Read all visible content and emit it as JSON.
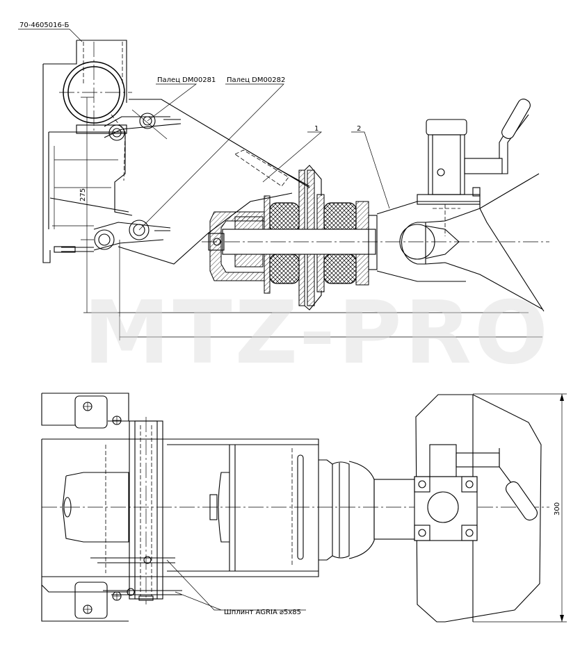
{
  "labels": {
    "part_top_left": "70-4605016-Б",
    "pin_1": "Палец DM00281",
    "pin_2": "Палец DM00282",
    "callout_1": "1",
    "callout_2": "2",
    "cotter": "Шплинт AGRIA  ⌀5x85"
  },
  "dimensions": {
    "height_275": "275",
    "width_300": "300"
  },
  "watermark": "MTZ-PRO"
}
